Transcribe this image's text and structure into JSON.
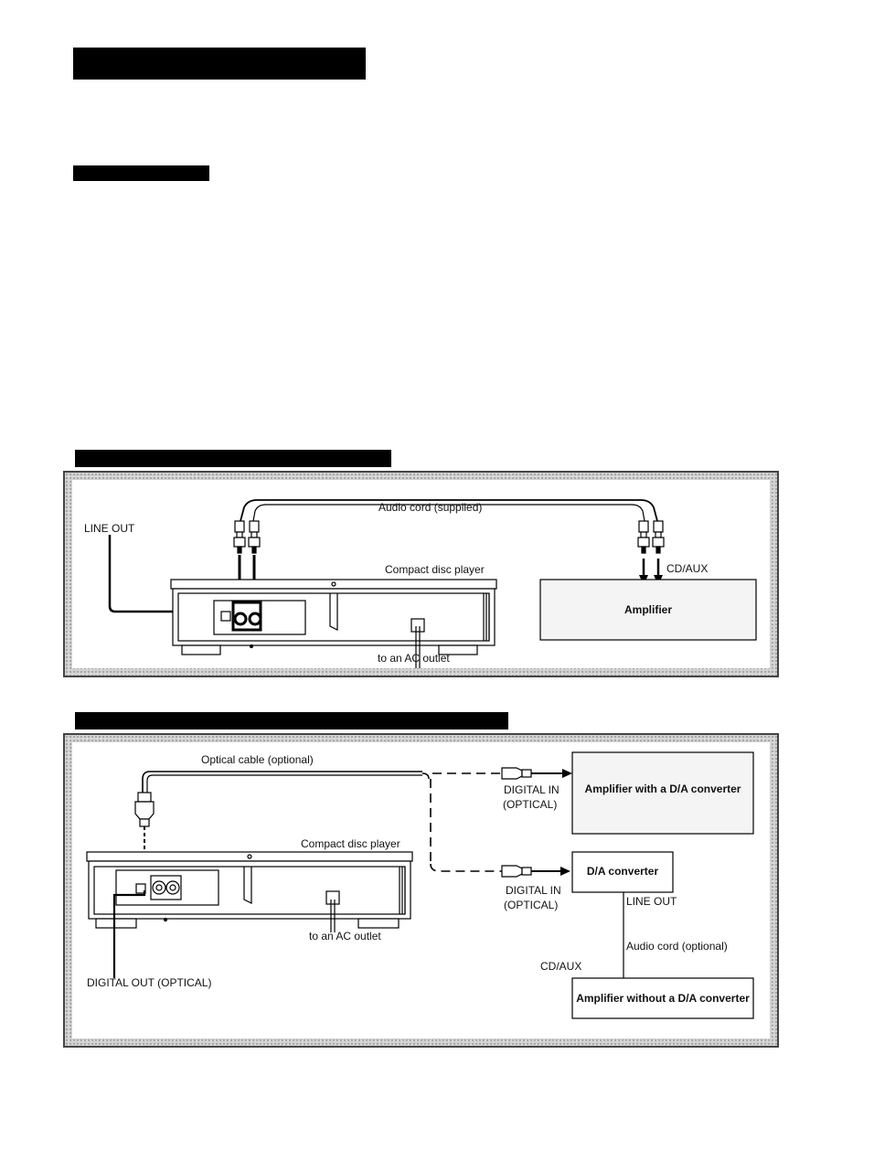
{
  "diagram1": {
    "line_out": "LINE OUT",
    "audio_cord": "Audio cord (supplied)",
    "player": "Compact disc player",
    "cd_aux": "CD/AUX",
    "amplifier": "Amplifier",
    "ac_outlet": "to an AC outlet"
  },
  "diagram2": {
    "optical_cable": "Optical cable (optional)",
    "digital_in_1": "DIGITAL IN",
    "optical_1": "(OPTICAL)",
    "amp_with_da": "Amplifier with a D/A converter",
    "player": "Compact disc player",
    "da_converter": "D/A converter",
    "digital_in_2": "DIGITAL IN",
    "optical_2": "(OPTICAL)",
    "line_out": "LINE OUT",
    "ac_outlet": "to an AC outlet",
    "audio_cord": "Audio cord (optional)",
    "cd_aux": "CD/AUX",
    "digital_out": "DIGITAL OUT (OPTICAL)",
    "amp_without_da": "Amplifier without a D/A converter"
  }
}
